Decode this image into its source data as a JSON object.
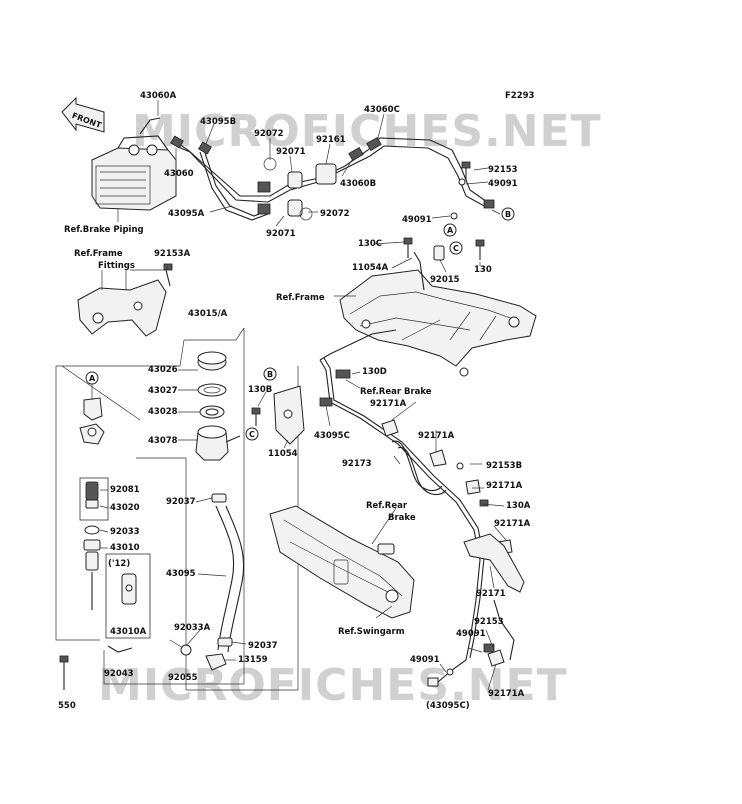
{
  "code": "F2293",
  "watermark": "MICROFICHES.NET",
  "front_arrow": "FRONT",
  "circle_refs": [
    "A",
    "B",
    "C"
  ],
  "labels": {
    "l43060A": "43060A",
    "l43095B": "43095B",
    "l92072a": "92072",
    "l92071a": "92071",
    "l92161": "92161",
    "l43060C": "43060C",
    "l43060": "43060",
    "l43060B": "43060B",
    "l92153": "92153",
    "l49091a": "49091",
    "l43095A": "43095A",
    "l92071b": "92071",
    "l92072b": "92072",
    "l49091b": "49091",
    "refBrakePiping": "Ref.Brake Piping",
    "refFrameFittings1": "Ref.Frame",
    "refFrameFittings2": "Fittings",
    "l92153A": "92153A",
    "l130C": "130C",
    "l11054A": "11054A",
    "l92015": "92015",
    "l130a": "130",
    "refFrame": "Ref.Frame",
    "l43015A": "43015/A",
    "l43026": "43026",
    "l43027": "43027",
    "l43028": "43028",
    "l43078": "43078",
    "l130B": "130B",
    "l130D": "130D",
    "refRearBrake1": "Ref.Rear Brake",
    "l92171Aa": "92171A",
    "l43095C": "43095C",
    "l11054": "11054",
    "l92171Ab": "92171A",
    "l92173": "92173",
    "l92153B": "92153B",
    "l92171Ac": "92171A",
    "l92081": "92081",
    "l43020": "43020",
    "l92037a": "92037",
    "refRearBrake2a": "Ref.Rear",
    "refRearBrake2b": "Brake",
    "l130A": "130A",
    "l92171Ad": "92171A",
    "l92033": "92033",
    "l43010": "43010",
    "l12": "('12)",
    "l43095": "43095",
    "l92171": "92171",
    "l43010A": "43010A",
    "l92033A": "92033A",
    "l92037b": "92037",
    "l13159": "13159",
    "refSwingarm": "Ref.Swingarm",
    "l92153b2": "92153",
    "l49091c": "49091",
    "l49091d": "49091",
    "l92043": "92043",
    "l92055": "92055",
    "l92171Ae": "92171A",
    "l550": "550",
    "l43095Cp": "(43095C)"
  }
}
